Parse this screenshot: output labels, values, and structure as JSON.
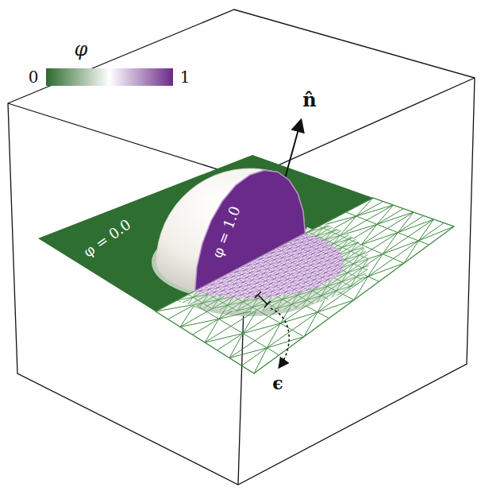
{
  "diagram": {
    "labels": [
      "φ",
      "0",
      "1",
      "n̂",
      "φ = 0.0",
      "φ = 1.0",
      "ϵ"
    ]
  }
}
